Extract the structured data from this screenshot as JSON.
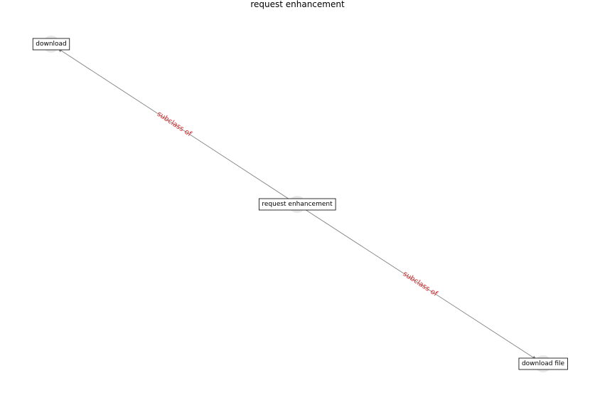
{
  "title": "request enhancement",
  "colors": {
    "edge": "#808080",
    "edge_label": "#d62728",
    "node_halo": "#e8e8e8",
    "box_border": "#000000"
  },
  "nodes": [
    {
      "id": "download",
      "label": "download"
    },
    {
      "id": "request-enhancement",
      "label": "request enhancement"
    },
    {
      "id": "download-file",
      "label": "download file"
    }
  ],
  "edges": [
    {
      "from": "request-enhancement",
      "to": "download",
      "label": "subclass of"
    },
    {
      "from": "request-enhancement",
      "to": "download-file",
      "label": "subclass of"
    }
  ]
}
